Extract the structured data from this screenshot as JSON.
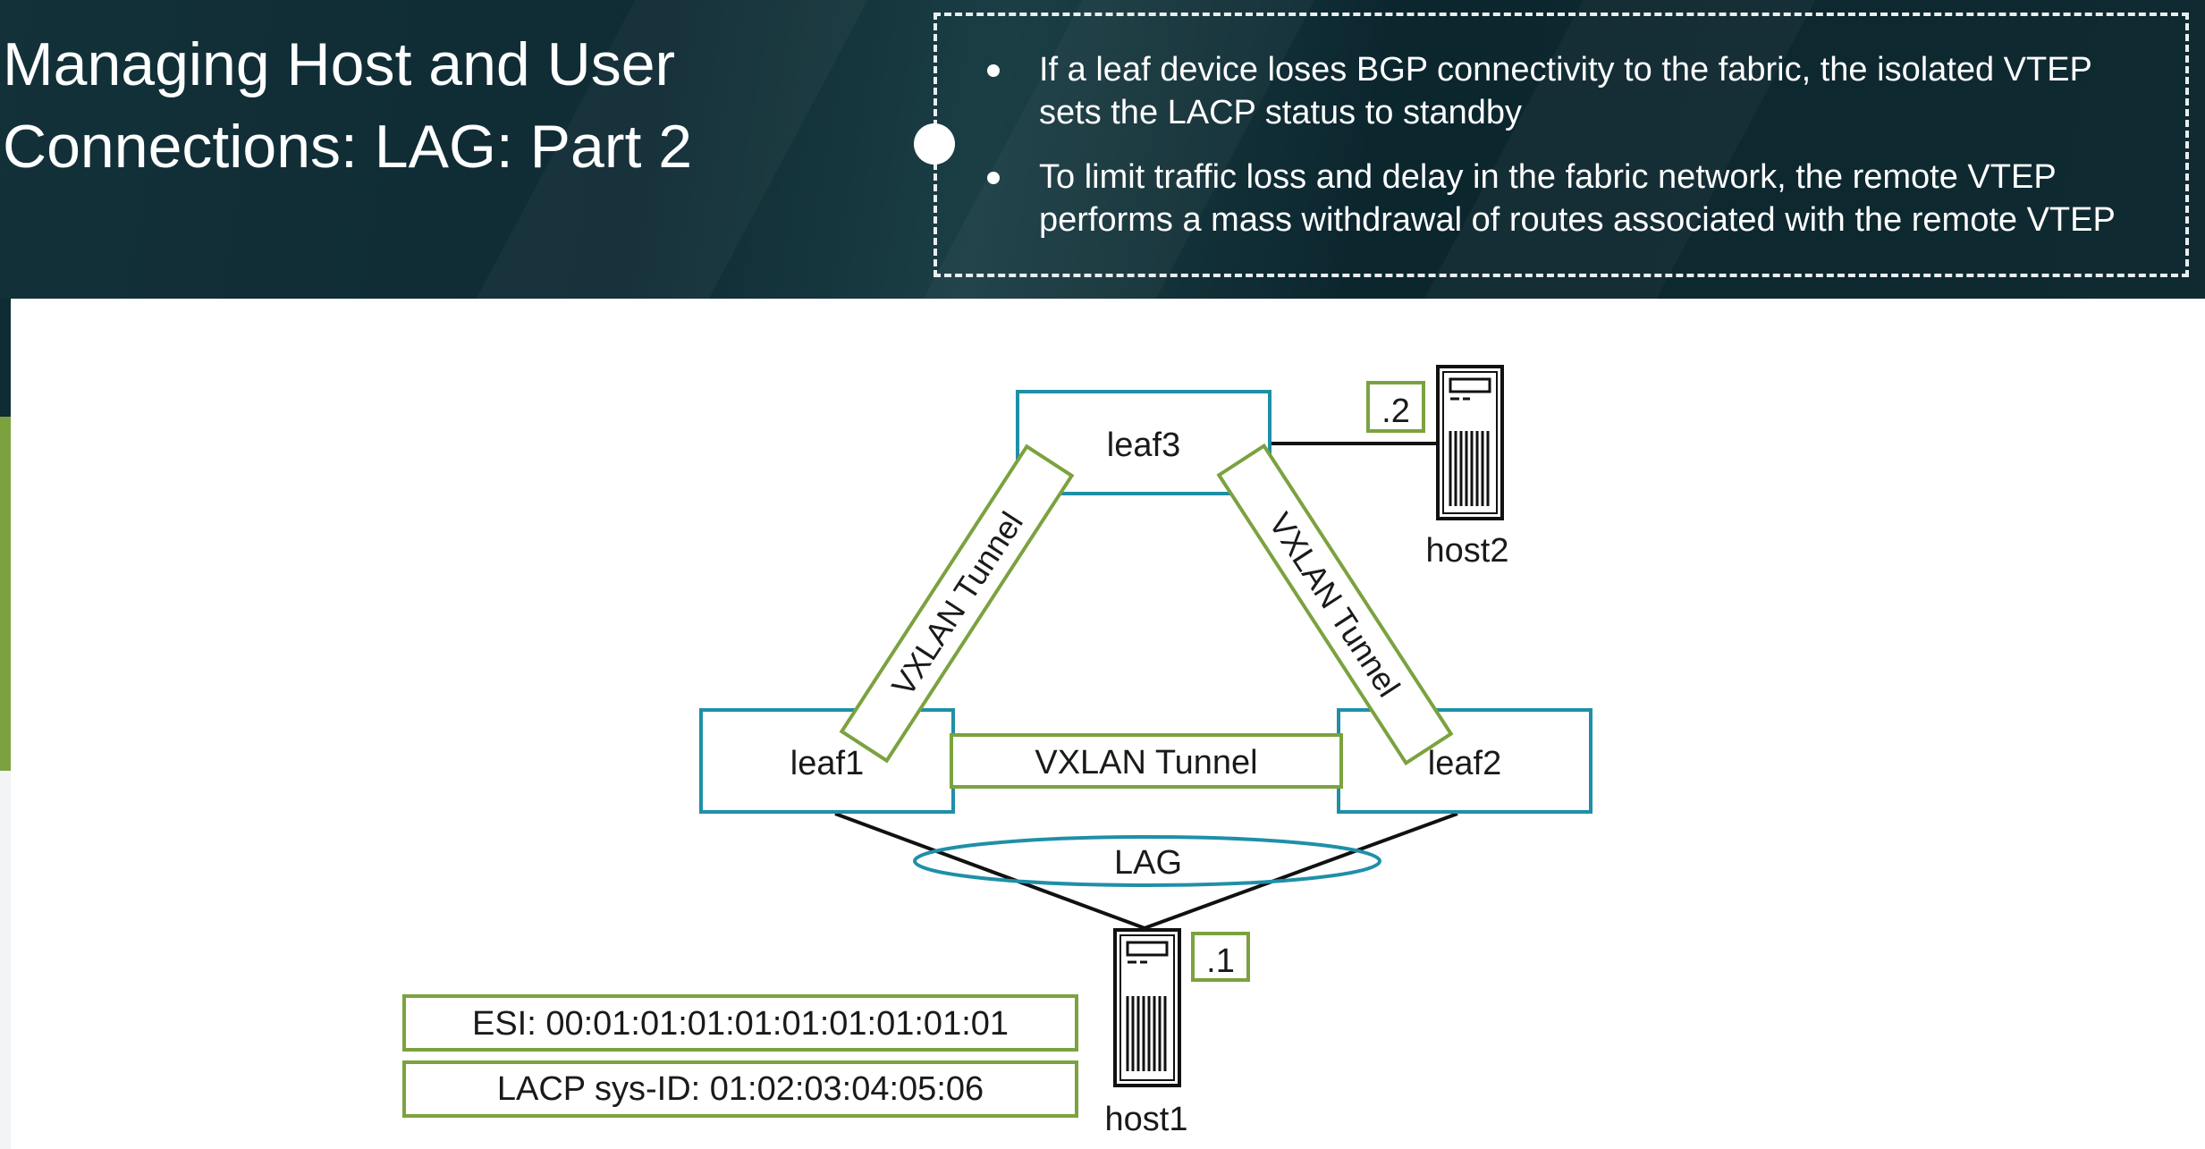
{
  "title": {
    "line1": "Managing Host and User",
    "line2": "Connections: LAG: Part 2"
  },
  "callout": {
    "bullets": [
      "If a leaf device loses BGP connectivity to the fabric, the isolated VTEP sets the LACP status to standby",
      "To limit traffic loss and delay in the fabric network, the remote VTEP performs a mass withdrawal of routes associated with the remote VTEP"
    ]
  },
  "diagram": {
    "nodes": {
      "leaf1": "leaf1",
      "leaf2": "leaf2",
      "leaf3": "leaf3"
    },
    "tunnels": {
      "left": "VXLAN Tunnel",
      "right": "VXLAN Tunnel",
      "bottom": "VXLAN Tunnel"
    },
    "lag_label": "LAG",
    "hosts": {
      "host1": {
        "name": "host1",
        "address": ".1"
      },
      "host2": {
        "name": "host2",
        "address": ".2"
      }
    },
    "info": {
      "esi": "ESI: 00:01:01:01:01:01:01:01:01:01",
      "lacp": "LACP sys-ID: 01:02:03:04:05:06"
    },
    "colors": {
      "leaf_border": "#1f8fa8",
      "tunnel_border": "#7ba23f",
      "lag_ellipse": "#1f8fa8"
    }
  }
}
